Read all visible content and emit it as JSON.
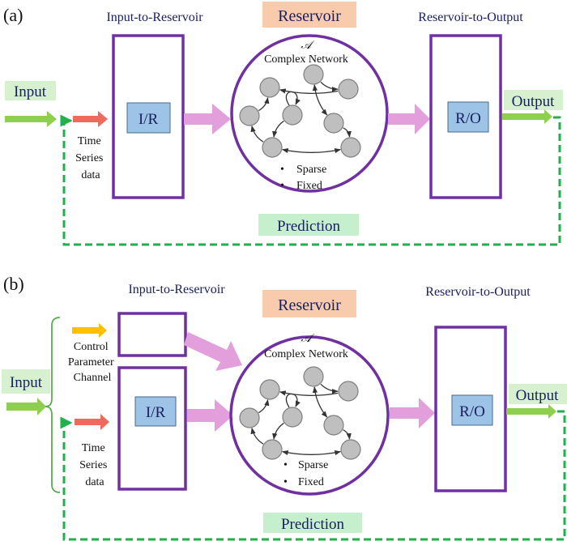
{
  "colors": {
    "purple_border": "#7030a0",
    "ir_box_fill": "#9dc3e6",
    "pink_arrow": "#e39fdb",
    "green_arrow": "#8fcf4e",
    "red_arrow": "#ef6a5c",
    "yellow_arrow": "#ffc000",
    "dashed_green": "#1fb14b",
    "label_green_bg": "#d6f0d0",
    "prediction_bg": "#c6efce",
    "reservoir_bg": "#f8cbad",
    "node_fill": "#bfbfbf",
    "node_stroke": "#7f7f7f",
    "text_navy": "#1b2060"
  },
  "panel_a": {
    "label": "(a)",
    "input_to_reservoir_title": "Input-to-Reservoir",
    "reservoir_title": "Reservoir",
    "reservoir_to_output_title": "Reservoir-to-Output",
    "input_label": "Input",
    "output_label": "Output",
    "prediction_label": "Prediction",
    "ir_label": "I/R",
    "ro_label": "R/O",
    "time_series_lines": [
      "Time",
      "Series",
      "data"
    ],
    "matrix_symbol": "𝒜",
    "network_title": "Complex Network",
    "bullets": [
      "Sparse",
      "Fixed"
    ]
  },
  "panel_b": {
    "label": "(b)",
    "input_to_reservoir_title": "Input-to-Reservoir",
    "reservoir_title": "Reservoir",
    "reservoir_to_output_title": "Reservoir-to-Output",
    "input_label": "Input",
    "output_label": "Output",
    "prediction_label": "Prediction",
    "ir_label": "I/R",
    "ro_label": "R/O",
    "control_lines": [
      "Control",
      "Parameter",
      "Channel"
    ],
    "time_series_lines": [
      "Time",
      "Series",
      "data"
    ],
    "matrix_symbol": "𝒜",
    "network_title": "Complex Network",
    "bullets": [
      "Sparse",
      "Fixed"
    ]
  },
  "network": {
    "nodes": [
      {
        "id": "n1",
        "role": "top-middle"
      },
      {
        "id": "n2",
        "role": "top-right"
      },
      {
        "id": "n3",
        "role": "upper-left"
      },
      {
        "id": "n4",
        "role": "center-self-loop"
      },
      {
        "id": "n5",
        "role": "middle-left"
      },
      {
        "id": "n6",
        "role": "middle-right"
      },
      {
        "id": "n7",
        "role": "bottom-left"
      },
      {
        "id": "n8",
        "role": "bottom-right"
      }
    ],
    "edges": [
      {
        "from": "n1",
        "to": "n2"
      },
      {
        "from": "n2",
        "to": "n3"
      },
      {
        "from": "n5",
        "to": "n3"
      },
      {
        "from": "n4",
        "to": "n4"
      },
      {
        "from": "n4",
        "to": "n7"
      },
      {
        "from": "n7",
        "to": "n5"
      },
      {
        "from": "n1",
        "to": "n6",
        "bidirectional": true
      },
      {
        "from": "n6",
        "to": "n8"
      },
      {
        "from": "n7",
        "to": "n8",
        "bidirectional": true
      }
    ]
  }
}
